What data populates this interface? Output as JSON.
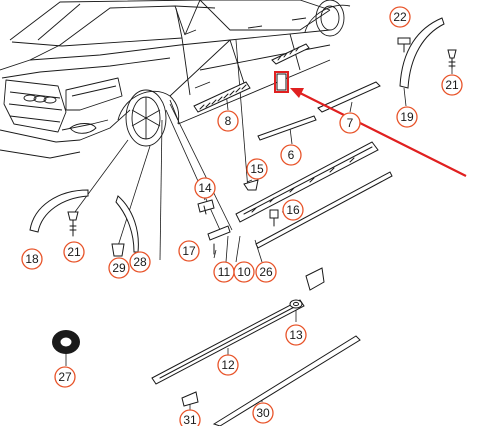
{
  "diagram": {
    "callouts": [
      {
        "id": "c22",
        "label": "22"
      },
      {
        "id": "c21a",
        "label": "21"
      },
      {
        "id": "c19",
        "label": "19"
      },
      {
        "id": "c8",
        "label": "8"
      },
      {
        "id": "c7",
        "label": "7"
      },
      {
        "id": "c6",
        "label": "6"
      },
      {
        "id": "c15",
        "label": "15"
      },
      {
        "id": "c14",
        "label": "14"
      },
      {
        "id": "c16",
        "label": "16"
      },
      {
        "id": "c17",
        "label": "17"
      },
      {
        "id": "c11",
        "label": "11"
      },
      {
        "id": "c10",
        "label": "10"
      },
      {
        "id": "c26",
        "label": "26"
      },
      {
        "id": "c18",
        "label": "18"
      },
      {
        "id": "c21b",
        "label": "21"
      },
      {
        "id": "c29",
        "label": "29"
      },
      {
        "id": "c28",
        "label": "28"
      },
      {
        "id": "c13",
        "label": "13"
      },
      {
        "id": "c12",
        "label": "12"
      },
      {
        "id": "c27",
        "label": "27"
      },
      {
        "id": "c31",
        "label": "31"
      },
      {
        "id": "c30",
        "label": "30"
      }
    ],
    "colors": {
      "callout_ring": "#e8542a",
      "highlight_arrow": "#e02020",
      "linework": "#1a1a1a"
    }
  }
}
